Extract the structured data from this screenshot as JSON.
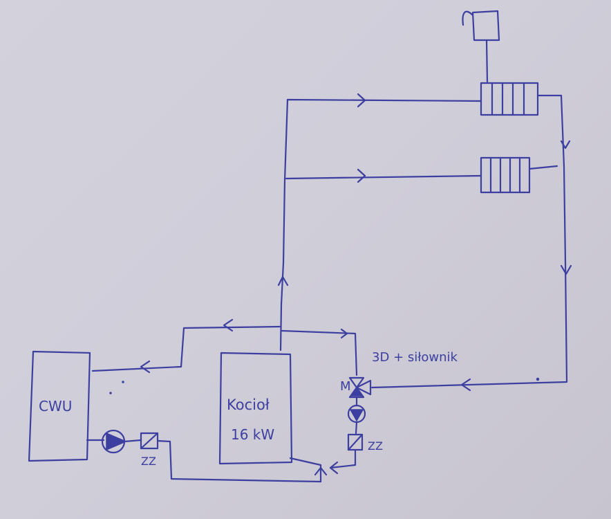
{
  "labels": {
    "cwu": "CWU",
    "boiler_line1": "Kocioł",
    "boiler_line2": "16 kW",
    "valve_label": "3D + siłownik",
    "actuator_mark": "M",
    "strainer_left": "ZZ",
    "strainer_right": "ZZ"
  },
  "colors": {
    "ink": "#3d3fa0",
    "paper": "#d0ced9"
  }
}
